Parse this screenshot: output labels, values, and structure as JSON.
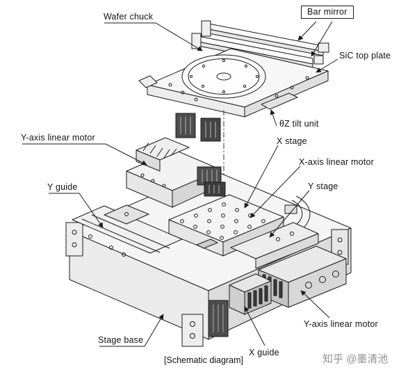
{
  "page": {
    "background": "#ffffff",
    "line_color": "#1a1a1a",
    "watermark_color": "#909090"
  },
  "diagram": {
    "caption": "[Schematic diagram]",
    "watermark": "知乎 @墨清池",
    "labels": {
      "wafer_chuck": "Wafer chuck",
      "bar_mirror": "Bar mirror",
      "sic_top_plate": "SiC top plate",
      "theta_z_tilt_unit": "θZ tilt unit",
      "x_stage": "X stage",
      "x_axis_linear_motor": "X-axis linear motor",
      "y_stage": "Y stage",
      "y_guide": "Y guide",
      "y_axis_linear_motor_left": "Y-axis linear motor",
      "y_axis_linear_motor_right": "Y-axis linear motor",
      "stage_base": "Stage base",
      "x_guide": "X guide"
    }
  }
}
